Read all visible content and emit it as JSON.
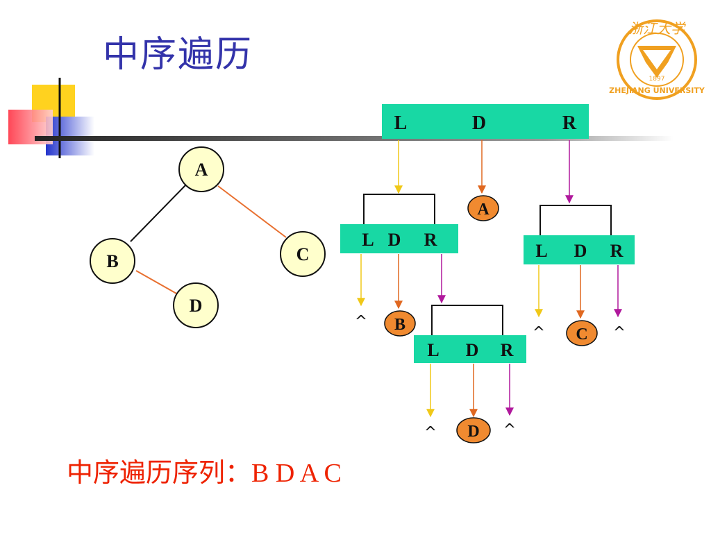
{
  "slide": {
    "title": "中序遍历",
    "result_label": "中序遍历序列：",
    "result_sequence": "B  D  A  C"
  },
  "logo": {
    "top_text": "浙江大学",
    "year": "1897",
    "bottom_text": "ZHEJIANG UNIVERSITY"
  },
  "tree": {
    "nodes": {
      "a": "A",
      "b": "B",
      "c": "C",
      "d": "D"
    }
  },
  "traversal": {
    "root_box": [
      "L",
      "D",
      "R"
    ],
    "left_box": [
      "L",
      "D",
      "R"
    ],
    "right_box": [
      "L",
      "D",
      "R"
    ],
    "inner_box": [
      "L",
      "D",
      "R"
    ],
    "visited": {
      "a": "A",
      "b": "B",
      "c": "C",
      "d": "D"
    },
    "null_symbol": "^"
  },
  "colors": {
    "title": "#3333aa",
    "result": "#ee2200",
    "box_fill": "#18d8a4",
    "tree_node_fill": "#ffffcc",
    "visit_fill": "#f08a30",
    "arrow_left": "#f0c818",
    "arrow_data": "#e06820",
    "arrow_right": "#b0189c",
    "edge_orange": "#e87030",
    "logo": "#f0a020"
  }
}
